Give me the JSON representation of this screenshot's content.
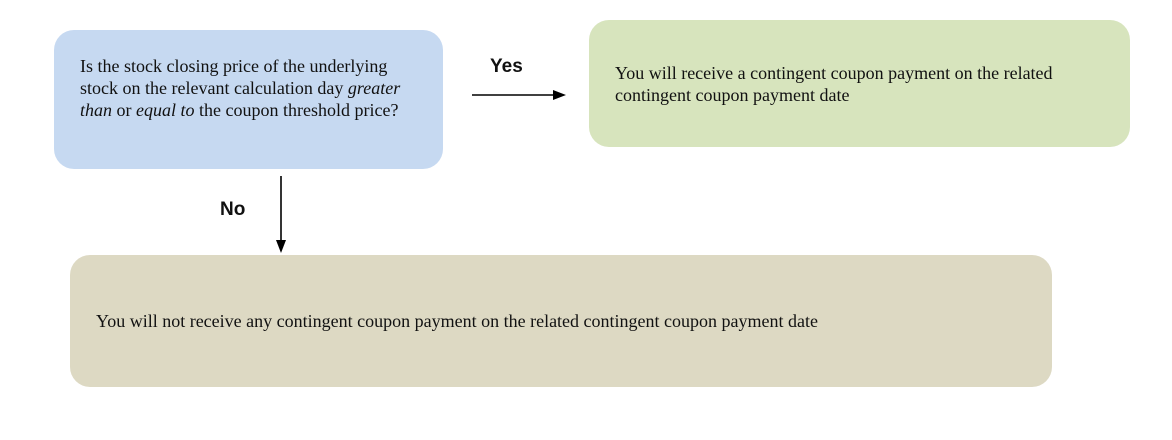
{
  "question": {
    "part1": "Is the stock closing price of the underlying stock on the relevant calculation day ",
    "italic1": "greater than",
    "part2": " or ",
    "italic2": "equal to",
    "part3": " the coupon threshold price?"
  },
  "yes_label": "Yes",
  "no_label": "No",
  "yes_outcome": "You will receive a contingent coupon payment on the related contingent coupon payment date",
  "no_outcome": "You will not receive any contingent coupon payment on the related contingent coupon payment date",
  "colors": {
    "question_box": "#c6d9f1",
    "yes_box": "#d7e4bd",
    "no_box": "#ddd9c3",
    "arrow": "#000000"
  }
}
